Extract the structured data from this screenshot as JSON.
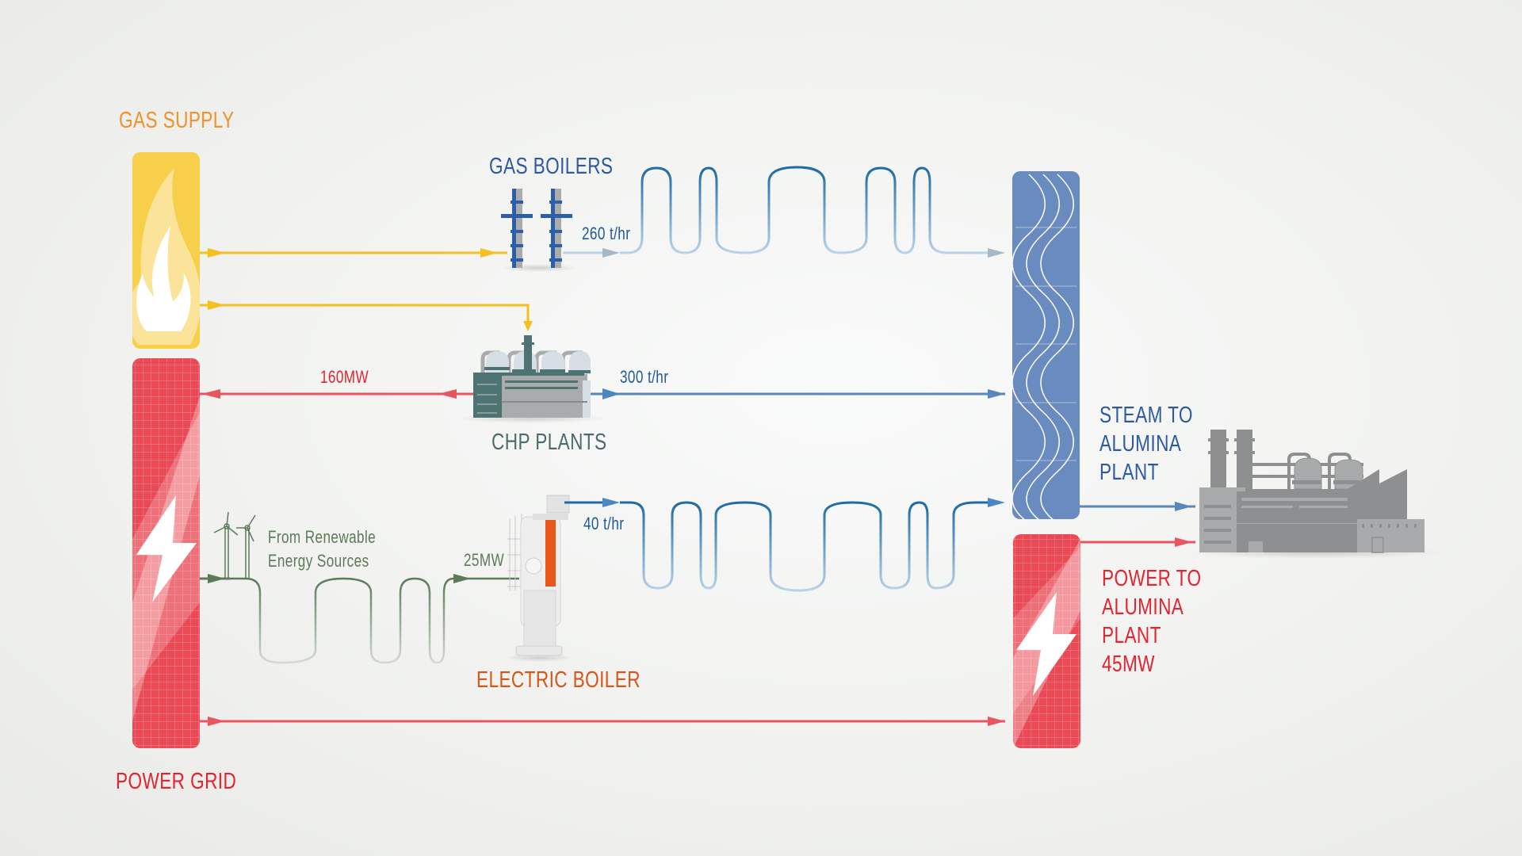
{
  "colors": {
    "gas": "#f7cf4a",
    "gas_line": "#f3c020",
    "grid": "#ea4a55",
    "steam": "#6a8bbf",
    "steam_line": "#1d6aa5",
    "renewable": "#5c7a5a",
    "factory": "#8e8f91"
  },
  "nodes": {
    "gas_supply": {
      "label": "GAS SUPPLY",
      "icon": "flame-icon"
    },
    "power_grid": {
      "label": "POWER GRID",
      "icon": "lightning-bolt-icon"
    },
    "gas_boilers": {
      "label": "GAS BOILERS",
      "icon": "gas-boiler-icon"
    },
    "chp_plants": {
      "label": "CHP PLANTS",
      "icon": "chp-plant-icon"
    },
    "electric_boiler": {
      "label": "ELECTRIC BOILER",
      "icon": "electric-boiler-icon"
    },
    "renewables": {
      "label_line1": "From Renewable",
      "label_line2": "Energy Sources",
      "icon": "wind-turbine-icon"
    },
    "steam_to_plant": {
      "line1": "STEAM TO",
      "line2": "ALUMINA",
      "line3": "PLANT",
      "icon": "steam-header-icon"
    },
    "power_to_plant": {
      "line1": "POWER TO",
      "line2": "ALUMINA",
      "line3": "PLANT",
      "line4": "45MW",
      "icon": "lightning-bolt-icon"
    },
    "alumina_plant": {
      "icon": "factory-icon"
    }
  },
  "flows": {
    "gas_boiler_steam": "260 t/hr",
    "chp_steam": "300 t/hr",
    "chp_power": "160MW",
    "electric_boiler_steam": "40 t/hr",
    "renewable_power": "25MW"
  }
}
